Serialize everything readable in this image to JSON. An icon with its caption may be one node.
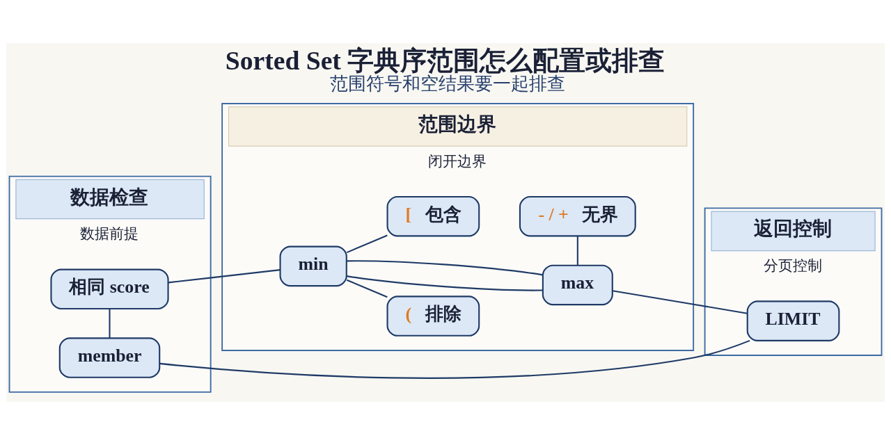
{
  "diagram": {
    "title": "Sorted Set 字典序范围怎么配置或排查",
    "caption": "范围符号和空结果要一起排查",
    "nodes": [
      {
        "text": [
          "数据检查",
          "数据前提"
        ]
      },
      {
        "text": [
          "相同 score"
        ],
        "in": 0
      },
      {
        "text": [
          "member"
        ],
        "in": 0
      },
      {
        "text": [
          "范围边界",
          "闭开边界"
        ]
      },
      {
        "text": [
          "[ 包含"
        ],
        "in": 3
      },
      {
        "text": [
          "- / + 无界"
        ],
        "in": 3
      },
      {
        "text": [
          "min"
        ],
        "in": 3
      },
      {
        "text": [
          "( 排除"
        ],
        "in": 3
      },
      {
        "text": [
          "max"
        ],
        "in": 3
      },
      {
        "text": [
          "返回控制",
          "分页控制"
        ]
      },
      {
        "text": [
          "LIMIT"
        ],
        "in": 9
      }
    ],
    "edges": [
      {
        "from": 1,
        "to": 6,
        "arrow": "none"
      },
      {
        "from": 1,
        "to": 2,
        "arrow": "none"
      },
      {
        "from": 6,
        "to": 4,
        "arrow": "none"
      },
      {
        "from": 6,
        "to": 7,
        "arrow": "none"
      },
      {
        "from": 6,
        "to": 8,
        "arrow": "none"
      },
      {
        "from": 6,
        "to": 8,
        "arrow": "none"
      },
      {
        "from": 5,
        "to": 8,
        "arrow": "none"
      },
      {
        "from": 8,
        "to": 10,
        "arrow": "none"
      },
      {
        "from": 2,
        "to": 10,
        "arrow": "none"
      }
    ]
  }
}
